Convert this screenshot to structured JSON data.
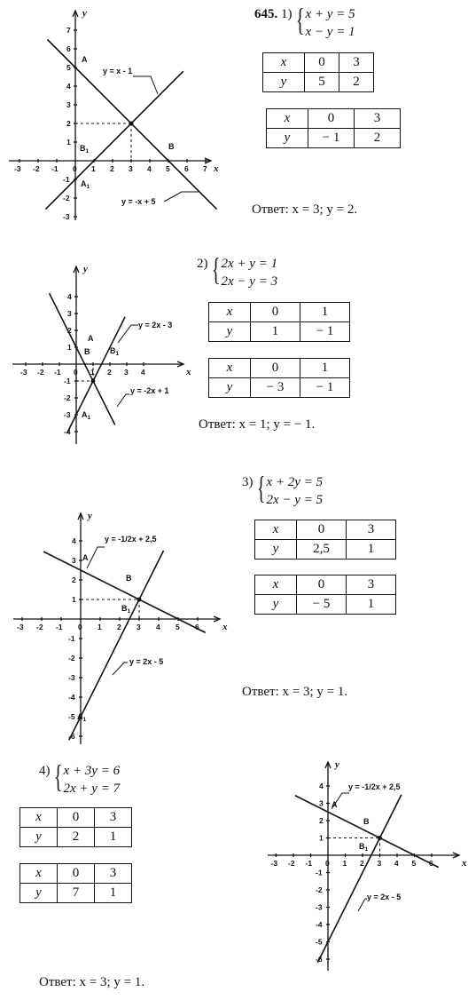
{
  "problem_number": "645.",
  "problems": [
    {
      "label": "1)",
      "system": [
        "x + y = 5",
        "x − y = 1"
      ],
      "table1": {
        "x_label": "x",
        "y_label": "y",
        "x": [
          "0",
          "3"
        ],
        "y": [
          "5",
          "2"
        ]
      },
      "table2": {
        "x_label": "x",
        "y_label": "y",
        "x": [
          "0",
          "3"
        ],
        "y": [
          "− 1",
          "2"
        ]
      },
      "answer": "Ответ: x = 3; y = 2.",
      "graph": {
        "axis_x": "x",
        "axis_y": "y",
        "x_ticks": [
          "-3",
          "-2",
          "-1",
          "0",
          "1",
          "2",
          "3",
          "4",
          "5",
          "6",
          "7"
        ],
        "y_ticks": [
          "7",
          "6",
          "5",
          "4",
          "3",
          "2",
          "1",
          "-1",
          "-2",
          "-3"
        ],
        "line1_label": "y = x - 1",
        "line2_label": "y = -x + 5",
        "points": [
          "A",
          "B",
          "B1",
          "A1"
        ],
        "intersection": [
          3,
          2
        ]
      }
    },
    {
      "label": "2)",
      "system": [
        "2x + y = 1",
        "2x − y = 3"
      ],
      "table1": {
        "x_label": "x",
        "y_label": "y",
        "x": [
          "0",
          "1"
        ],
        "y": [
          "1",
          "− 1"
        ]
      },
      "table2": {
        "x_label": "x",
        "y_label": "y",
        "x": [
          "0",
          "1"
        ],
        "y": [
          "− 3",
          "− 1"
        ]
      },
      "answer": "Ответ: x = 1; y = − 1.",
      "graph": {
        "axis_x": "x",
        "axis_y": "y",
        "x_ticks": [
          "-3",
          "-2",
          "-1",
          "0",
          "1",
          "2",
          "3",
          "4"
        ],
        "y_ticks": [
          "4",
          "3",
          "2",
          "1",
          "-1",
          "-2",
          "-3",
          "-4"
        ],
        "line1_label": "y = 2x - 3",
        "line2_label": "y = -2x + 1",
        "points": [
          "A",
          "B",
          "B1",
          "A1"
        ],
        "intersection": [
          1,
          -1
        ]
      }
    },
    {
      "label": "3)",
      "system": [
        "x + 2y = 5",
        "2x − y = 5"
      ],
      "table1": {
        "x_label": "x",
        "y_label": "y",
        "x": [
          "0",
          "3"
        ],
        "y": [
          "2,5",
          "1"
        ]
      },
      "table2": {
        "x_label": "x",
        "y_label": "y",
        "x": [
          "0",
          "3"
        ],
        "y": [
          "− 5",
          "1"
        ]
      },
      "answer": "Ответ: x = 3; y = 1.",
      "graph": {
        "axis_x": "x",
        "axis_y": "y",
        "x_ticks": [
          "-3",
          "-2",
          "-1",
          "0",
          "1",
          "2",
          "3",
          "4",
          "5",
          "6"
        ],
        "y_ticks": [
          "4",
          "3",
          "2",
          "1",
          "-1",
          "-2",
          "-3",
          "-4",
          "-5",
          "-6"
        ],
        "line1_label": "y = -1/2x + 2,5",
        "line2_label": "y = 2x - 5",
        "points": [
          "A",
          "B",
          "B1",
          "A1"
        ],
        "intersection": [
          3,
          1
        ]
      }
    },
    {
      "label": "4)",
      "system": [
        "x + 3y = 6",
        "2x + y = 7"
      ],
      "table1": {
        "x_label": "x",
        "y_label": "y",
        "x": [
          "0",
          "3"
        ],
        "y": [
          "2",
          "1"
        ]
      },
      "table2": {
        "x_label": "x",
        "y_label": "y",
        "x": [
          "0",
          "3"
        ],
        "y": [
          "7",
          "1"
        ]
      },
      "answer": "Ответ: x = 3; y = 1.",
      "graph": {
        "axis_x": "x",
        "axis_y": "y",
        "x_ticks": [
          "-3",
          "-2",
          "-1",
          "0",
          "1",
          "2",
          "3",
          "4",
          "5",
          "6"
        ],
        "y_ticks": [
          "4",
          "3",
          "2",
          "1",
          "-1",
          "-2",
          "-3",
          "-4",
          "-5",
          "-6"
        ],
        "line1_label": "y = -1/2x + 2,5",
        "line2_label": "y = 2x - 5",
        "points": [
          "A",
          "B",
          "B1"
        ],
        "intersection": [
          3,
          1
        ]
      }
    }
  ]
}
